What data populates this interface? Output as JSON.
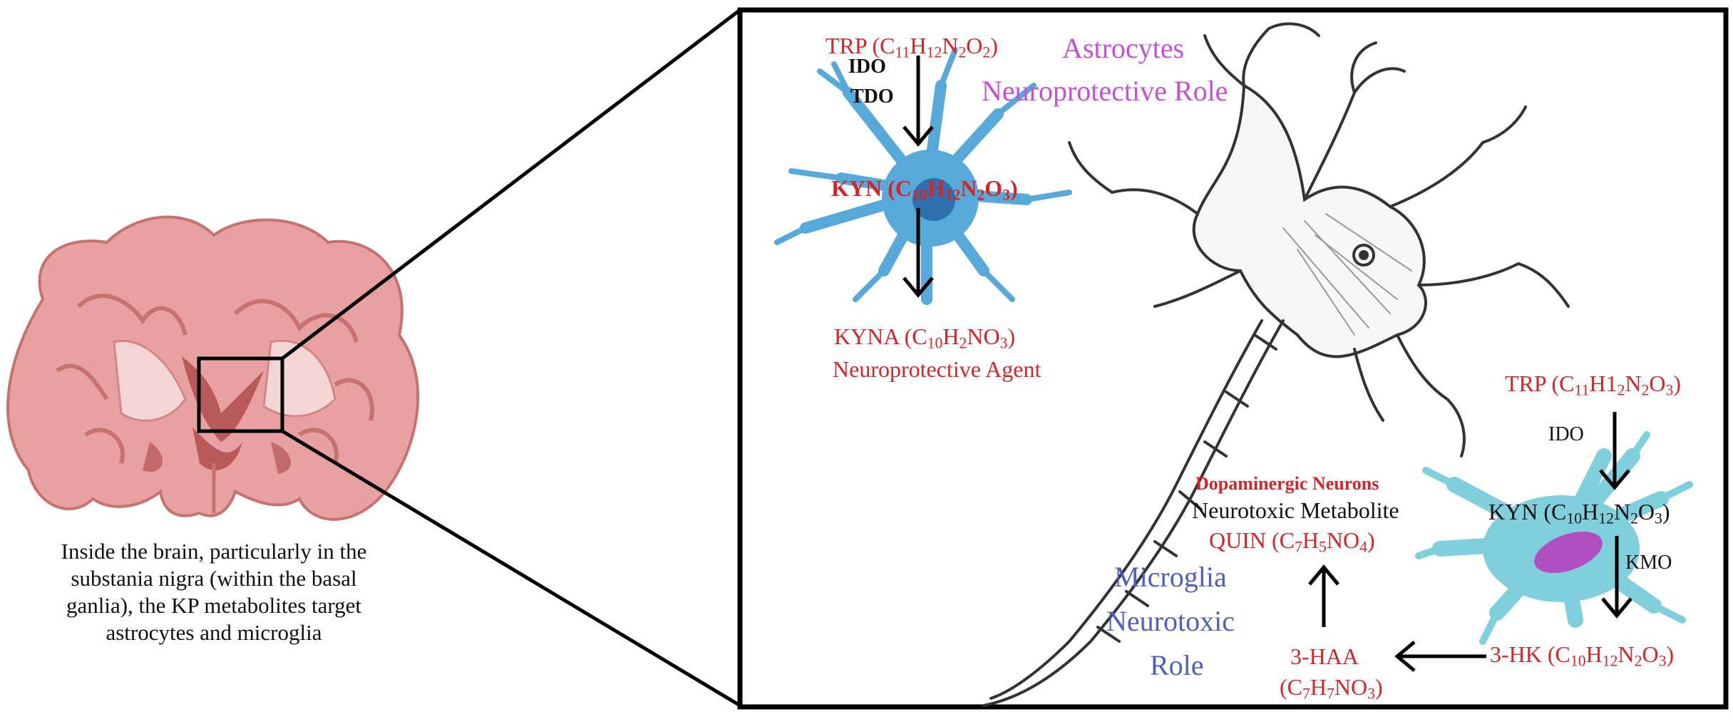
{
  "colors": {
    "pathway_red": "#d4262a",
    "astrocyte_blue": "#56a9d8",
    "microglia_teal": "#7fcfdd",
    "nucleus_purple": "#b04fc0",
    "brain_pink": "#e6a1a0",
    "astro_role_purple": "#c64fd8",
    "microglia_role_blue": "#4f5fbd"
  },
  "brain_caption": "Inside the brain, particularly in the substania nigra (within the basal ganlia), the KP metabolites target astrocytes and microglia",
  "astrocyte": {
    "role_line1": "Astrocytes",
    "role_line2": "Neuroprotective Role",
    "trp_name": "TRP (C",
    "trp_sub1": "11",
    "trp_mid1": "H",
    "trp_sub2": "12",
    "trp_mid2": "N",
    "trp_sub3": "2",
    "trp_mid3": "O",
    "trp_sub4": "2",
    "trp_end": ")",
    "enzyme1": "IDO",
    "enzyme2": "TDO",
    "kyn_name": "KYN (C",
    "kyn_sub1": "10",
    "kyn_mid1": "H",
    "kyn_sub2": "12",
    "kyn_mid2": "N",
    "kyn_sub3": "2",
    "kyn_mid3": "O",
    "kyn_sub4": "3",
    "kyn_end": ")",
    "kyna_name": "KYNA (C",
    "kyna_sub1": "10",
    "kyna_mid1": "H",
    "kyna_sub2": "2",
    "kyna_mid2": "NO",
    "kyna_sub3": "3",
    "kyna_end": ")",
    "kyna_role": "Neuroprotective Agent"
  },
  "microglia": {
    "role_line1": "Microglia",
    "role_line2": "Neurotoxic",
    "role_line3": "Role",
    "trp_name": "TRP (C",
    "trp_sub1": "11",
    "trp_mid1": "H1",
    "trp_sub2": "2",
    "trp_mid2": "N",
    "trp_sub3": "2",
    "trp_mid3": "O",
    "trp_sub4": "3",
    "trp_end": ")",
    "enzyme_ido": "IDO",
    "kyn_name": "KYN (C",
    "kyn_sub1": "10",
    "kyn_mid1": "H",
    "kyn_sub2": "12",
    "kyn_mid2": "N",
    "kyn_sub3": "2",
    "kyn_mid3": "O",
    "kyn_sub4": "3",
    "kyn_end": ")",
    "enzyme_kmo": "KMO",
    "hk_name": "3-HK (C",
    "hk_sub1": "10",
    "hk_mid1": "H",
    "hk_sub2": "12",
    "hk_mid2": "N",
    "hk_sub3": "2",
    "hk_mid3": "O",
    "hk_sub4": "3",
    "hk_end": ")",
    "haa_line1": "3-HAA",
    "haa_name": "(C",
    "haa_sub1": "7",
    "haa_mid1": "H",
    "haa_sub2": "7",
    "haa_mid2": "NO",
    "haa_sub3": "3",
    "haa_end": ")",
    "target": "Dopaminergic Neurons",
    "metabolite_role": "Neurotoxic Metabolite",
    "quin_name": "QUIN (C",
    "quin_sub1": "7",
    "quin_mid1": "H",
    "quin_sub2": "5",
    "quin_mid2": "NO",
    "quin_sub3": "4",
    "quin_end": ")"
  }
}
